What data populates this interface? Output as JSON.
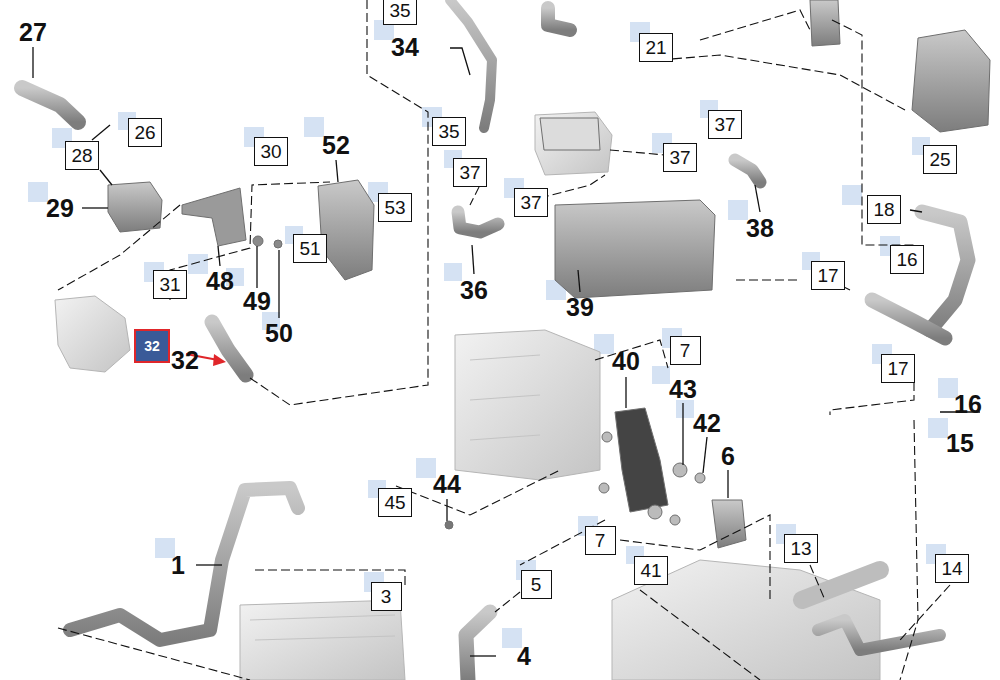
{
  "diagram": {
    "nodes": [
      {
        "text": [
          "35"
        ]
      },
      {
        "text": [
          "21"
        ]
      },
      {
        "text": [
          "26"
        ]
      },
      {
        "text": [
          "35"
        ]
      },
      {
        "text": [
          "37"
        ]
      },
      {
        "text": [
          "30"
        ]
      },
      {
        "text": [
          "28"
        ]
      },
      {
        "text": [
          "37"
        ]
      },
      {
        "text": [
          "25"
        ]
      },
      {
        "text": [
          "37"
        ]
      },
      {
        "text": [
          "37"
        ]
      },
      {
        "text": [
          "53"
        ]
      },
      {
        "text": [
          "18"
        ]
      },
      {
        "text": [
          "51"
        ]
      },
      {
        "text": [
          "16"
        ]
      },
      {
        "text": [
          "17"
        ]
      },
      {
        "text": [
          "31"
        ]
      },
      {
        "text": [
          "32"
        ]
      },
      {
        "text": [
          "7"
        ]
      },
      {
        "text": [
          "17"
        ]
      },
      {
        "text": [
          "45"
        ]
      },
      {
        "text": [
          "7"
        ]
      },
      {
        "text": [
          "13"
        ]
      },
      {
        "text": [
          "41"
        ]
      },
      {
        "text": [
          "14"
        ]
      },
      {
        "text": [
          "5"
        ]
      },
      {
        "text": [
          "3"
        ]
      }
    ],
    "labels": [
      "27",
      "34",
      "52",
      "29",
      "38",
      "48",
      "36",
      "39",
      "49",
      "50",
      "32",
      "40",
      "43",
      "16",
      "42",
      "15",
      "6",
      "44",
      "1",
      "4"
    ]
  }
}
